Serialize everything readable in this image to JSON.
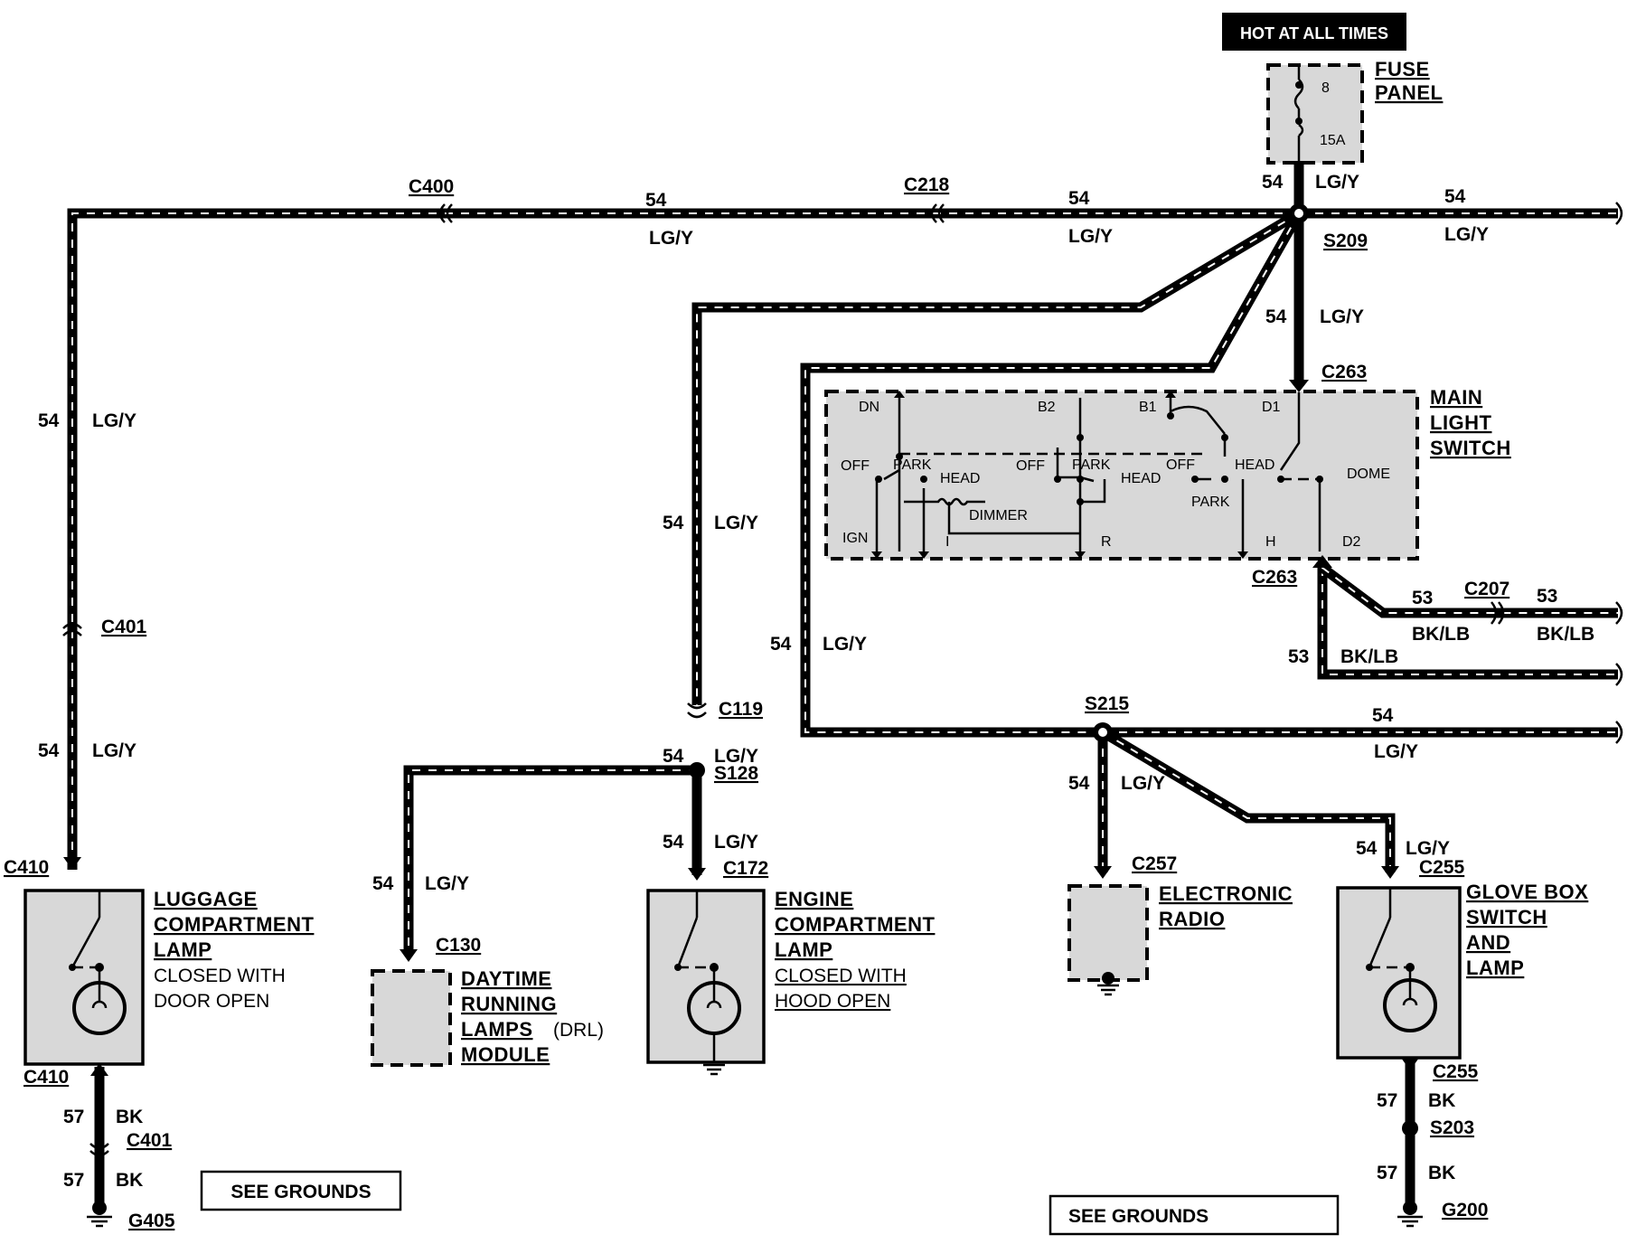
{
  "power": {
    "hot_label": "HOT AT ALL TIMES"
  },
  "fuse_panel": {
    "title_line1": "FUSE",
    "title_line2": "PANEL",
    "fuse_number": "8",
    "fuse_rating": "15A"
  },
  "wire_54": {
    "gauge": "54",
    "color": "LG/Y"
  },
  "wire_53": {
    "gauge": "53",
    "color": "BK/LB"
  },
  "wire_57": {
    "gauge": "57",
    "color": "BK"
  },
  "connectors": {
    "c400": "C400",
    "c218": "C218",
    "c401": "C401",
    "c410": "C410",
    "c119": "C119",
    "c172": "C172",
    "c130": "C130",
    "c263": "C263",
    "c207": "C207",
    "c257": "C257",
    "c255": "C255"
  },
  "splices": {
    "s209": "S209",
    "s128": "S128",
    "s215": "S215",
    "s203": "S203"
  },
  "grounds": {
    "g405": "G405",
    "g200": "G200",
    "see_grounds": "SEE GROUNDS"
  },
  "main_light_switch": {
    "title": [
      "MAIN",
      "LIGHT",
      "SWITCH"
    ],
    "terminals": {
      "dn": "DN",
      "b2": "B2",
      "b1": "B1",
      "d1": "D1",
      "ign": "IGN",
      "i": "I",
      "r": "R",
      "h": "H",
      "d2": "D2"
    },
    "positions": {
      "off": "OFF",
      "park": "PARK",
      "head": "HEAD",
      "dome": "DOME",
      "dimmer": "DIMMER"
    }
  },
  "components": {
    "luggage": {
      "title": [
        "LUGGAGE",
        "COMPARTMENT",
        "LAMP"
      ],
      "note": [
        "CLOSED WITH",
        "DOOR OPEN"
      ]
    },
    "drl": {
      "title": [
        "DAYTIME",
        "RUNNING",
        "LAMPS",
        "MODULE"
      ],
      "suffix": "(DRL)"
    },
    "engine": {
      "title": [
        "ENGINE",
        "COMPARTMENT",
        "LAMP"
      ],
      "note": [
        "CLOSED WITH",
        "HOOD OPEN"
      ]
    },
    "radio": {
      "title": [
        "ELECTRONIC",
        "RADIO"
      ]
    },
    "glovebox": {
      "title": [
        "GLOVE BOX",
        "SWITCH",
        "AND",
        "LAMP"
      ]
    }
  }
}
